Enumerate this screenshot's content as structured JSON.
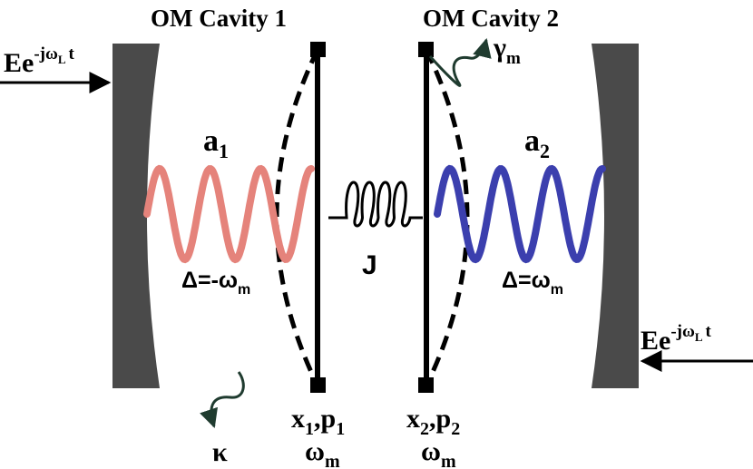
{
  "cavity_titles": {
    "left": "OM Cavity 1",
    "right": "OM Cavity 2"
  },
  "drive": {
    "left": {
      "base": "Ee",
      "exp_prefix": "-jω",
      "exp_sub": "L",
      "exp_suffix": "t"
    },
    "right": {
      "base": "Ee",
      "exp_prefix": "-jω",
      "exp_sub": "L",
      "exp_suffix": "t"
    }
  },
  "modes": {
    "left": {
      "symbol": "a",
      "index": "1",
      "detuning_prefix": "Δ=-ω",
      "detuning_sub": "m",
      "color": "#e5837b"
    },
    "right": {
      "symbol": "a",
      "index": "2",
      "detuning_prefix": "Δ=ω",
      "detuning_sub": "m",
      "color": "#3b3fae"
    }
  },
  "coupling": {
    "label": "J"
  },
  "damping": {
    "mechanical": {
      "symbol": "γ",
      "sub": "m"
    },
    "optical": {
      "symbol": "κ"
    }
  },
  "oscillators": {
    "left": {
      "x": "x",
      "x_sub": "1",
      "p": "p",
      "p_sub": "1",
      "freq": "ω",
      "freq_sub": "m"
    },
    "right": {
      "x": "x",
      "x_sub": "2",
      "p": "p",
      "p_sub": "2",
      "freq": "ω",
      "freq_sub": "m"
    }
  },
  "colors": {
    "mirror": "#4a4a4a",
    "arrow_wavy": "#1f3b2f",
    "lines": "#000000"
  }
}
